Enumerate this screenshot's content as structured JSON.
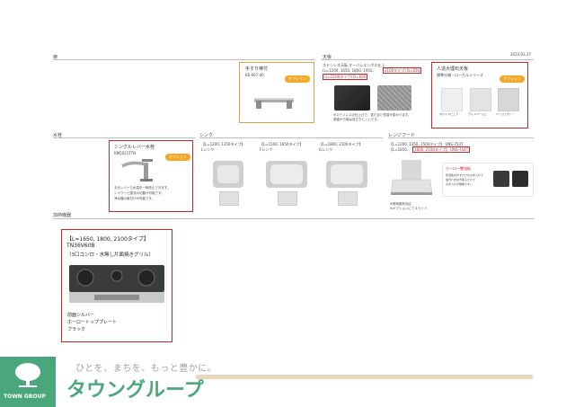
{
  "header": {
    "date": "2023.03.27"
  },
  "sections": {
    "kitchen": {
      "title": "扉",
      "item_name": "手すり棒付",
      "item_code": "KE-067-40",
      "badge": "オプション"
    },
    "countertop": {
      "title": "天板",
      "line1": "ステンレス天板 オーバレエンボス仕上",
      "line2": "(L=1200, 1650, 1800, 1950,",
      "tag1": "2100タイプ) D=650",
      "tag2": "(L=2100タイプ) D=650",
      "note1": "※ステンレスの仕上げで、見た目と質感が変わります。",
      "note2": "表面から傷は目立ちにくいです。"
    },
    "panel": {
      "title": "人造大理石天板",
      "subtitle": "標準仕様・ローカルシリーズ",
      "badge": "オプション",
      "swatch_labels": [
        "ホワイトピュア",
        "ライトベージュ",
        "ベージュグレー"
      ]
    },
    "faucet": {
      "title": "水栓",
      "item_name": "シングルレバー水栓",
      "item_code": "KM5021TTN",
      "badge": "オプション",
      "desc1": "手元レバーで水温を一時停止できます。",
      "desc2": "シャワーと整流の切替が可能です。",
      "desc3": "浄水器の取付けが可能です。"
    },
    "sink": {
      "title": "シンク",
      "cols": [
        {
          "head1": "【L=1200, 1350タイプ】",
          "head2": "Lシンク"
        },
        {
          "head1": "【L=1500, 1650タイプ】",
          "head2": "Fシンク"
        },
        {
          "head1": "【L=1800, 2100タイプ】",
          "head2": "Gシンク"
        }
      ]
    },
    "range_hood": {
      "title": "レンジフード",
      "line1": "【L=1200, 1350, 1500タイプ】 UNS-754T",
      "line2": "【L=1650,",
      "tag": "1800, 2100タイプ】 UNS-754T",
      "note1": "※常時換気対応",
      "note2": "※オプションにてスライド",
      "option_title": "ホーロー整流板",
      "option_desc1": "整流板を外すだけのお手入れで",
      "option_desc2": "油汚れを拭き取るだけで",
      "option_desc3": "お手入れが簡単です。"
    },
    "stove": {
      "title": "加熱機器",
      "line1": "【L=1650, 1800, 2100タイプ】",
      "line2": "TN36V60B",
      "line3": "（3口コンロ・水無し片面焼きグリル）",
      "spec1": "前面シルバー",
      "spec2": "ホーロートッププレート",
      "spec3": "ブラック"
    }
  },
  "footer": {
    "slogan": "ひとを、まちを、もっと豊かに。",
    "brand": "タウングループ",
    "logo_text": "TOWN GROUP"
  },
  "colors": {
    "accent_red": "#c0282b",
    "option_orange": "#f5a623",
    "brand_green": "#4aa77b",
    "footer_bar": "#e9d8c0"
  }
}
